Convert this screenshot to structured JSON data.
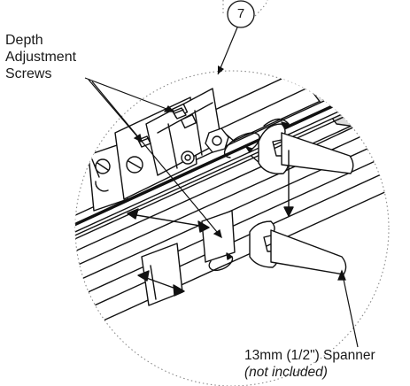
{
  "callout": {
    "number": "7"
  },
  "labels": {
    "depth_line1": "Depth",
    "depth_line2": "Adjustment",
    "depth_line3": "Screws",
    "spanner_line1": "13mm (1/2\") Spanner",
    "spanner_line2": "(not included)"
  },
  "colors": {
    "line": "#111111",
    "part_fill": "#ffffff",
    "shade": "#dcdcdc",
    "dotted_border": "#888888"
  }
}
